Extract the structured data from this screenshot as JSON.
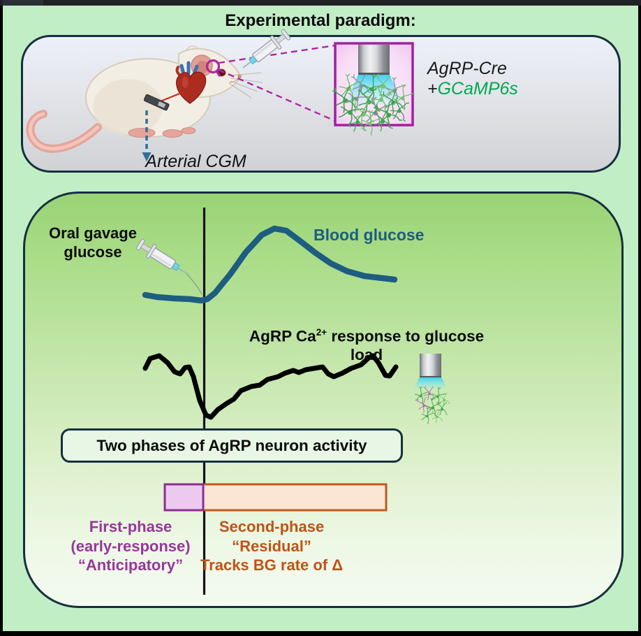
{
  "title": {
    "text": "Experimental paradigm:"
  },
  "setup_panel": {
    "construct": {
      "line1": "AgRP-Cre",
      "plus": "+",
      "gene": "GCaMP6s"
    },
    "cgm_label": "Arterial CGM"
  },
  "paradigm_panel": {
    "gavage": {
      "line1": "Oral gavage",
      "line2": "glucose"
    },
    "blood_glucose_label": "Blood glucose",
    "agrp_response": {
      "pre": "AgRP Ca",
      "sup": "2+",
      "post": " response to glucose load"
    },
    "phases_box_label": "Two phases of AgRP neuron activity",
    "first_phase": {
      "line1": "First-phase",
      "line2": "(early-response)",
      "line3": "“Anticipatory”"
    },
    "second_phase": {
      "line1": "Second-phase",
      "line2": "“Residual”",
      "line3": "Tracks BG rate of Δ"
    }
  },
  "colors": {
    "background_green": "#c2eec6",
    "panel_border": "#15303d",
    "blood_glucose": "#1e5d80",
    "agrp_trace": "#000000",
    "first_phase_purple": "#98369c",
    "second_phase_orange": "#bf5316",
    "first_phase_fill": "#eccaf0",
    "first_phase_stroke": "#8c2d92",
    "second_phase_fill": "#fbe5d4",
    "second_phase_stroke": "#bf5a1e",
    "magenta_accent": "#ad28a0",
    "gcamp_green": "#00a651",
    "cgm_arrow_blue": "#2e6f99"
  },
  "curves": {
    "blood_glucose": [
      [
        208,
        422
      ],
      [
        225,
        425
      ],
      [
        250,
        427
      ],
      [
        272,
        428
      ],
      [
        288,
        430
      ],
      [
        297,
        428
      ],
      [
        308,
        419
      ],
      [
        330,
        392
      ],
      [
        352,
        361
      ],
      [
        375,
        336
      ],
      [
        393,
        327
      ],
      [
        410,
        330
      ],
      [
        430,
        345
      ],
      [
        452,
        362
      ],
      [
        474,
        377
      ],
      [
        497,
        388
      ],
      [
        522,
        395
      ],
      [
        548,
        398
      ],
      [
        565,
        400
      ]
    ],
    "agrp_ca": [
      [
        208,
        527
      ],
      [
        215,
        513
      ],
      [
        228,
        509
      ],
      [
        240,
        519
      ],
      [
        250,
        532
      ],
      [
        258,
        535
      ],
      [
        265,
        526
      ],
      [
        271,
        525
      ],
      [
        277,
        539
      ],
      [
        286,
        573
      ],
      [
        295,
        594
      ],
      [
        302,
        597
      ],
      [
        312,
        586
      ],
      [
        325,
        577
      ],
      [
        335,
        571
      ],
      [
        345,
        559
      ],
      [
        360,
        553
      ],
      [
        372,
        551
      ],
      [
        383,
        543
      ],
      [
        398,
        539
      ],
      [
        408,
        534
      ],
      [
        420,
        530
      ],
      [
        428,
        533
      ],
      [
        438,
        529
      ],
      [
        450,
        527
      ],
      [
        462,
        525
      ],
      [
        470,
        535
      ],
      [
        478,
        539
      ],
      [
        490,
        534
      ],
      [
        503,
        527
      ],
      [
        517,
        522
      ],
      [
        528,
        512
      ],
      [
        534,
        509
      ],
      [
        542,
        519
      ],
      [
        552,
        537
      ],
      [
        558,
        538
      ],
      [
        567,
        525
      ]
    ]
  }
}
